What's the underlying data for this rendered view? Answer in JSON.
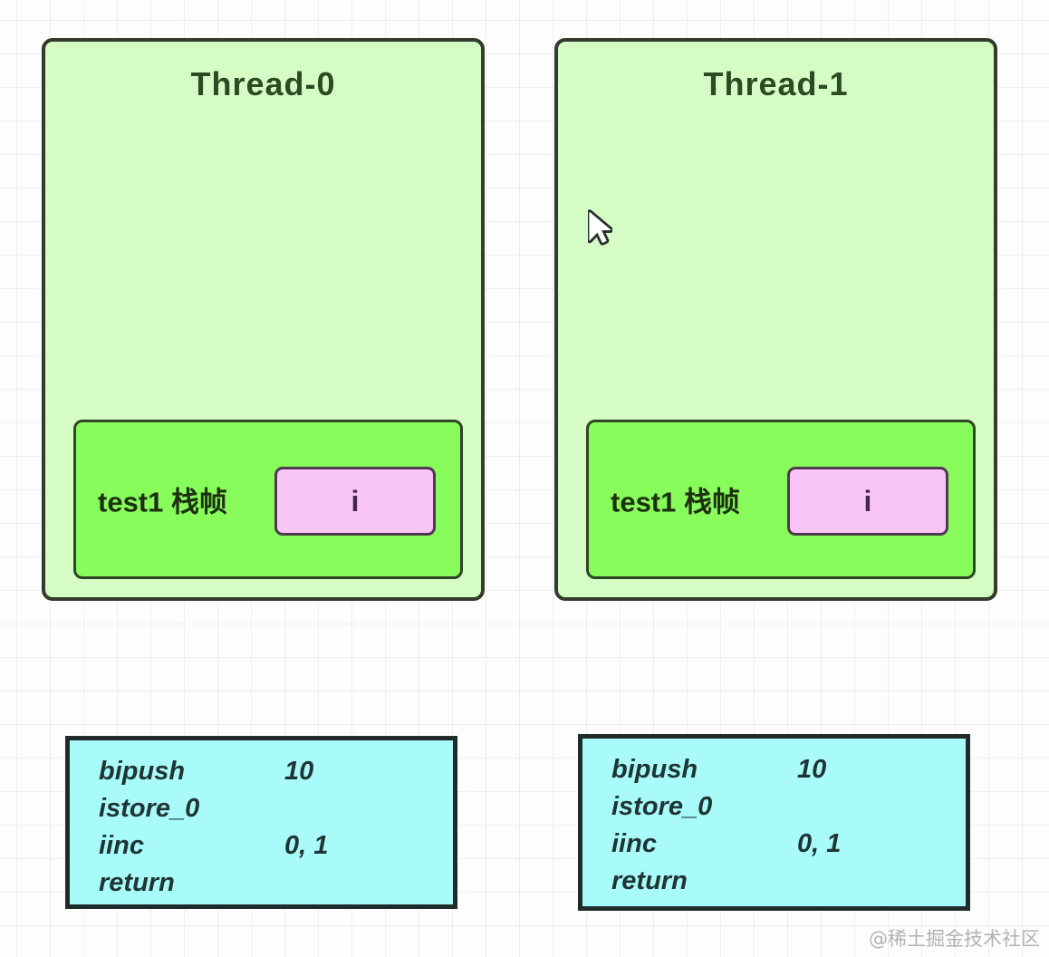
{
  "threads": [
    {
      "title": "Thread-0",
      "frame_label": "test1 栈帧",
      "variable": "i",
      "bytecode": [
        {
          "op": "bipush",
          "arg": "10"
        },
        {
          "op": "istore_0",
          "arg": ""
        },
        {
          "op": "iinc",
          "arg": "0, 1"
        },
        {
          "op": "return",
          "arg": ""
        }
      ]
    },
    {
      "title": "Thread-1",
      "frame_label": "test1 栈帧",
      "variable": "i",
      "bytecode": [
        {
          "op": "bipush",
          "arg": "10"
        },
        {
          "op": "istore_0",
          "arg": ""
        },
        {
          "op": "iinc",
          "arg": "0, 1"
        },
        {
          "op": "return",
          "arg": ""
        }
      ]
    }
  ],
  "watermark": "@稀土掘金技术社区",
  "colors": {
    "panel_fill": "#d6fcc5",
    "panel_border": "#333a2e",
    "title_text": "#2c4a24",
    "frame_fill": "#87fc5b",
    "frame_border": "#2e4526",
    "var_fill": "#f9c4f6",
    "var_border": "#4e3a4c",
    "bytecode_fill": "#a9fbfa",
    "bytecode_border": "#1f2c2b",
    "bytecode_text": "#1f3434",
    "grid_line": "#ebebee"
  }
}
